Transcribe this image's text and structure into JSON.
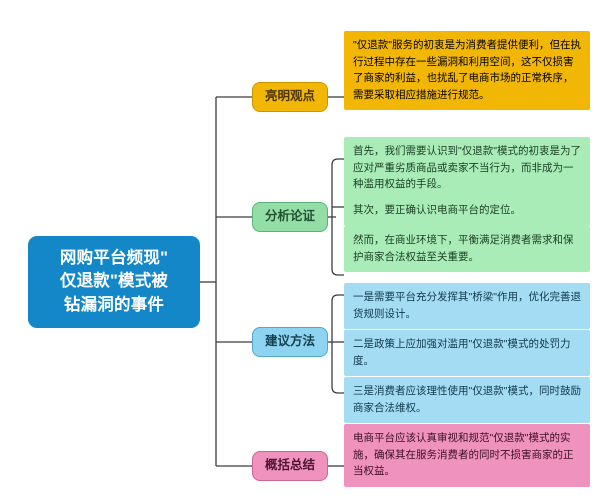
{
  "diagram": {
    "type": "mind-map",
    "title": "网购平台频现\"仅退款\"模式被钻漏洞的事件",
    "colors": {
      "central": "#1387C8",
      "branch_1": "#F2B705",
      "branch_2": "#93DDA6",
      "branch_3": "#8ED4F0",
      "branch_4": "#EF92BD",
      "connector": "#3c3c3c",
      "background": "#ffffff"
    }
  },
  "central": {
    "text": "网购平台频现\"\n仅退款\"模式被\n钻漏洞的事件"
  },
  "branches": [
    {
      "label": "亮明观点",
      "color": "#F2B705",
      "items": [
        "\"仅退款\"服务的初衷是为消费者提供便利，但在执行过程中存在一些漏洞和利用空间，这不仅损害了商家的利益，也扰乱了电商市场的正常秩序，需要采取相应措施进行规范。"
      ]
    },
    {
      "label": "分析论证",
      "color": "#93DDA6",
      "items": [
        "首先，我们需要认识到\"仅退款\"模式的初衷是为了应对严重劣质商品或卖家不当行为，而非成为一种滥用权益的手段。",
        "其次，要正确认识电商平台的定位。",
        "然而，在商业环境下，平衡满足消费者需求和保护商家合法权益至关重要。"
      ]
    },
    {
      "label": "建议方法",
      "color": "#8ED4F0",
      "items": [
        "一是需要平台充分发挥其\"桥梁\"作用，优化完善退货规则设计。",
        "二是政策上应加强对滥用\"仅退款\"模式的处罚力度。",
        "三是消费者应该理性使用\"仅退款\"模式，同时鼓励商家合法维权。"
      ]
    },
    {
      "label": "概括总结",
      "color": "#EF92BD",
      "items": [
        "电商平台应该认真审视和规范\"仅退款\"模式的实施，确保其在服务消费者的同时不损害商家的正当权益。"
      ]
    }
  ]
}
